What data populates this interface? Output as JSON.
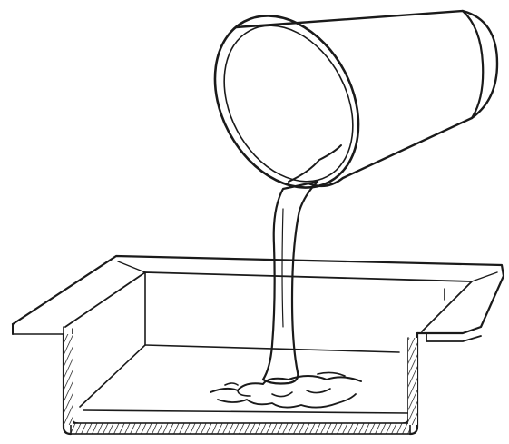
{
  "figure": {
    "parts": [
      "cup",
      "pouring-stream",
      "liquid-puddle",
      "tray"
    ]
  },
  "colors": {
    "ink": "#1a1a1a",
    "paper": "#ffffff"
  }
}
